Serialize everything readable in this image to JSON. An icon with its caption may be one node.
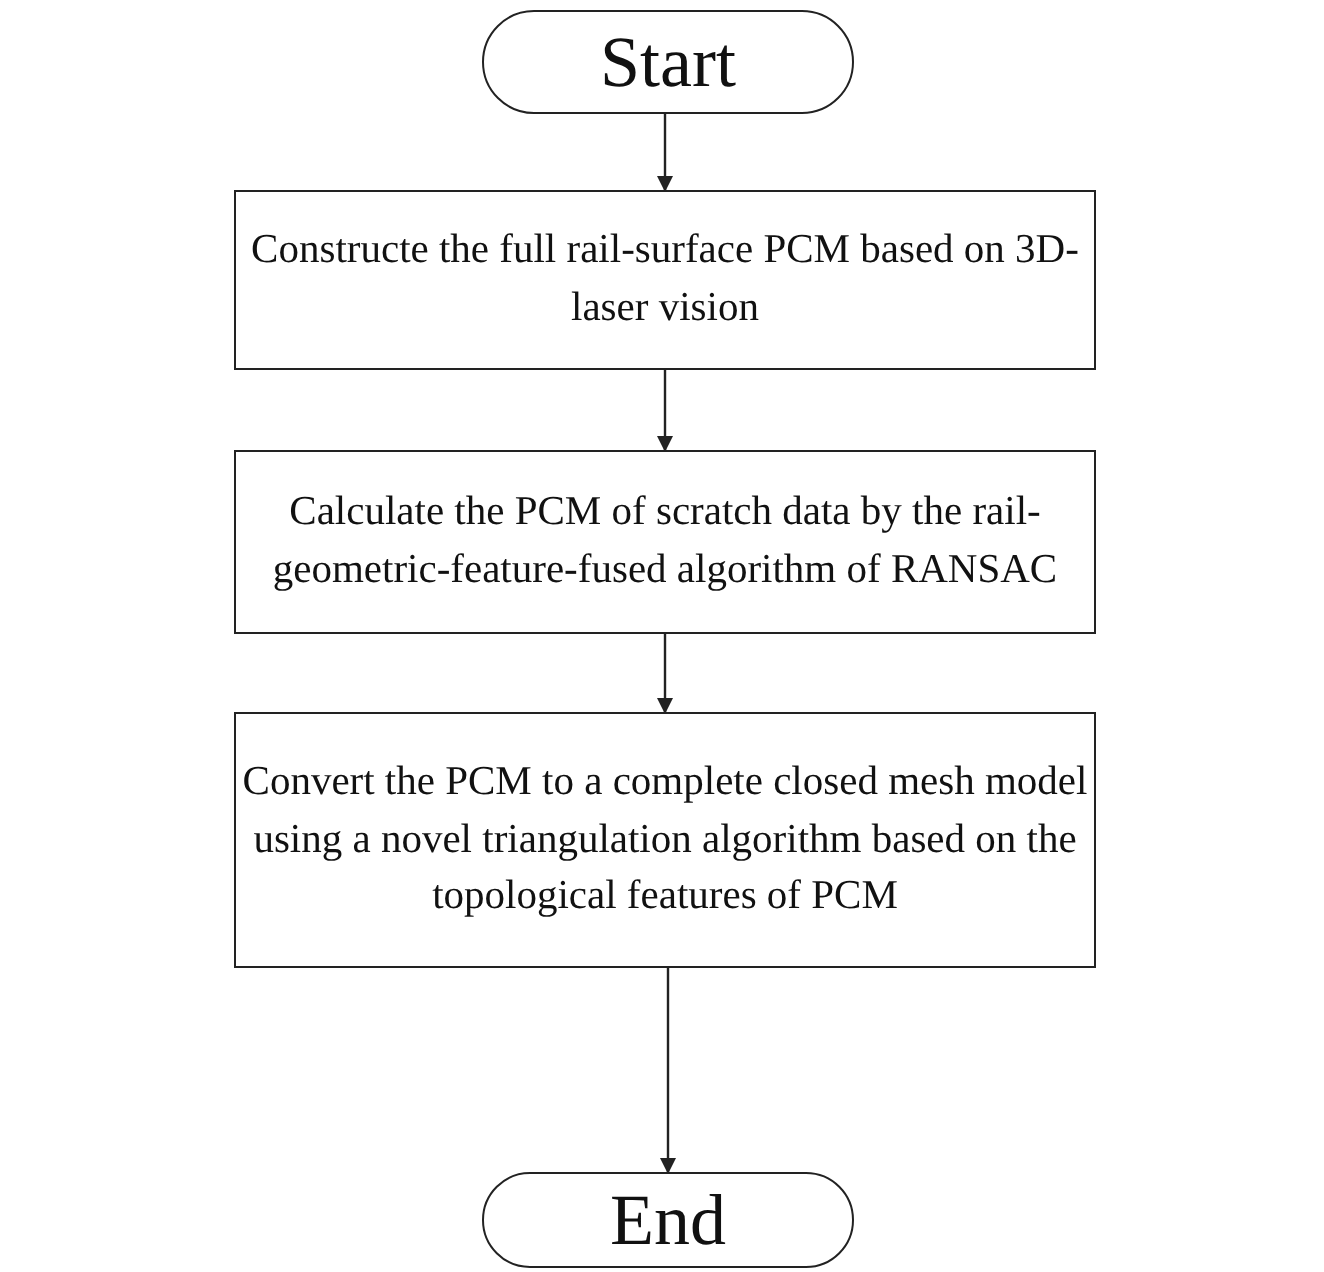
{
  "diagram": {
    "nodes": [
      {
        "text": [
          "Start"
        ]
      },
      {
        "text": [
          "Constructe the full rail-surface PCM based on 3D-laser vision"
        ]
      },
      {
        "text": [
          "Calculate the PCM of scratch data  by the rail-geometric-feature-fused algorithm of RANSAC"
        ]
      },
      {
        "text": [
          "Convert the PCM to a complete closed mesh model using a novel triangulation algorithm based on the topological features of PCM"
        ]
      },
      {
        "text": [
          "End"
        ]
      }
    ],
    "edges": [
      {
        "from": 0,
        "to": 1,
        "arrow": "to"
      },
      {
        "from": 1,
        "to": 2,
        "arrow": "to"
      },
      {
        "from": 2,
        "to": 3,
        "arrow": "to"
      },
      {
        "from": 3,
        "to": 4,
        "arrow": "to"
      }
    ]
  }
}
